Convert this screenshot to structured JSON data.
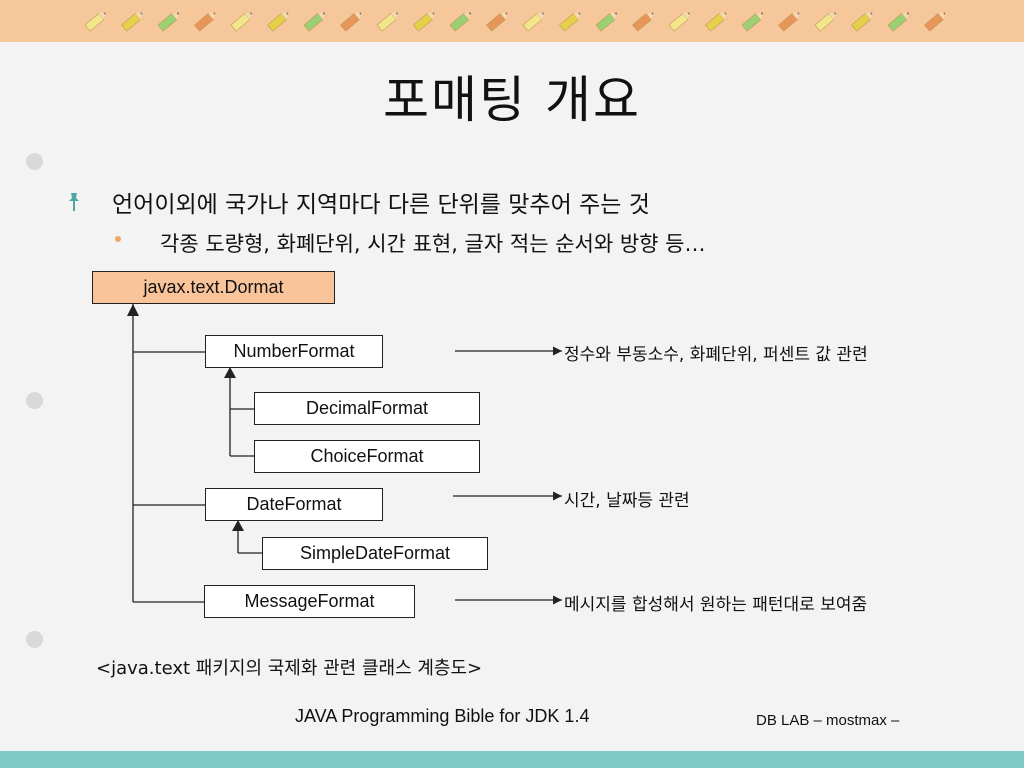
{
  "slide": {
    "title": "포매팅 개요",
    "bullet_main": "언어이외에 국가나 지역마다 다른 단위를 맞추어 주는 것",
    "bullet_sub": "각종 도량형, 화폐단위, 시간 표현, 글자 적는 순서와 방향 등…"
  },
  "diagram": {
    "root": "javax.text.Dormat",
    "number_format": "NumberFormat",
    "decimal_format": "DecimalFormat",
    "choice_format": "ChoiceFormat",
    "date_format": "DateFormat",
    "simple_date_format": "SimpleDateFormat",
    "message_format": "MessageFormat",
    "note_number": "정수와 부동소수, 화폐단위, 퍼센트 값 관련",
    "note_date": "시간, 날짜등 관련",
    "note_message": "메시지를 합성해서 원하는 패턴대로 보여줌",
    "caption": "<java.text 패키지의 국제화 관련 클래스 계층도>"
  },
  "footer": {
    "book": "JAVA Programming Bible for JDK 1.4",
    "lab": "DB LAB  – mostmax –"
  },
  "colors": {
    "top_band": "#f6c79a",
    "bottom_band": "#7cc9c6",
    "root_box": "#f9c49a",
    "background": "#f3f3f3"
  }
}
